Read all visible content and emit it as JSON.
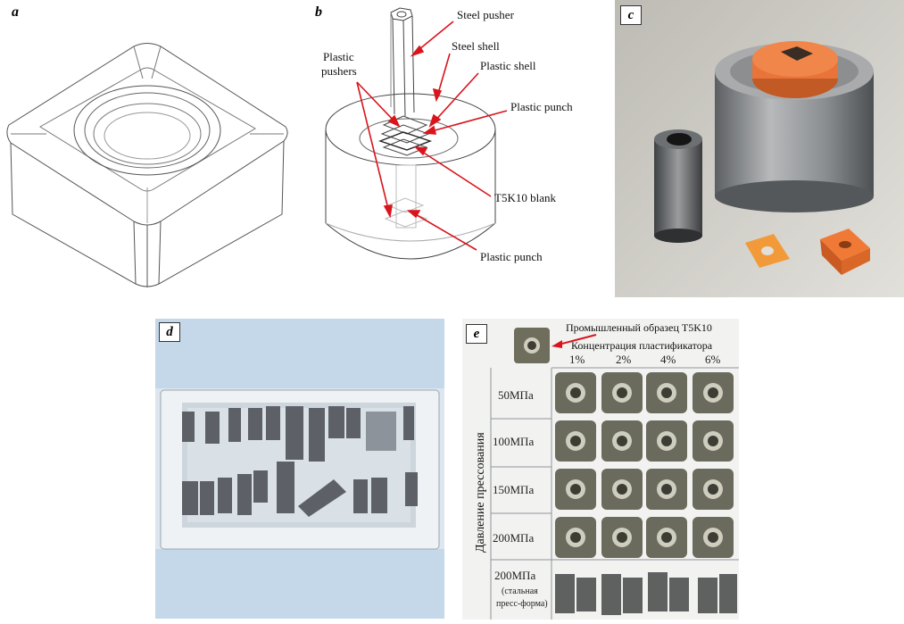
{
  "panels": {
    "a": {
      "label": "a"
    },
    "b": {
      "label": "b",
      "callouts": {
        "steel_pusher": "Steel pusher",
        "steel_shell": "Steel shell",
        "plastic_shell": "Plastic shell",
        "plastic_pushers_1": "Plastic",
        "plastic_pushers_2": "pushers",
        "plastic_punch_top": "Plastic punch",
        "blank": "T5K10 blank",
        "plastic_punch_bottom": "Plastic punch"
      }
    },
    "c": {
      "label": "c"
    },
    "d": {
      "label": "d"
    },
    "e": {
      "label": "e",
      "industrial_sample": "Промышленный образец T5K10",
      "concentration_header": "Концентрация пластификатора",
      "concentrations": [
        "1%",
        "2%",
        "4%",
        "6%"
      ],
      "pressure_axis": "Давление прессования",
      "pressures": [
        "50МПа",
        "100МПа",
        "150МПа",
        "200МПа"
      ],
      "last_row": {
        "line1": "200МПа",
        "line2": "(стальная",
        "line3": "пресс-форма)"
      }
    }
  },
  "colors": {
    "arrow": "#d9141c",
    "orange": "#e8743a",
    "steel": "#8c8f92",
    "sample": "#6f6e5c"
  }
}
